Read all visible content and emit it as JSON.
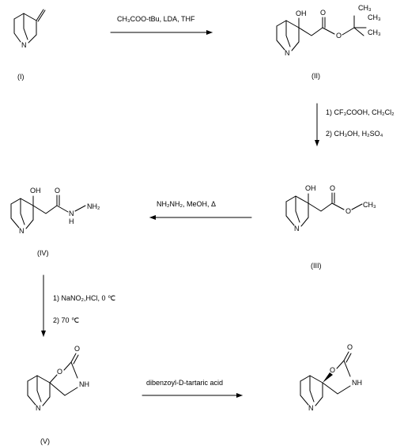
{
  "compounds": {
    "c1": "(I)",
    "c2": "(II)",
    "c3": "(III)",
    "c4": "(IV)",
    "c5": "(V)"
  },
  "steps": {
    "s1": "CH₃COO-tBu, LDA, THF",
    "s2a": "1) CF₃COOH, CH₂Cl₂",
    "s2b": "2) CH₃OH, H₂SO₄",
    "s3": "NH₂NH₂, MeOH, Δ",
    "s4a": "1) NaNO₂,HCl, 0 ℃",
    "s4b": "2) 70 ℃",
    "s5": "dibenzoyl-D-tartaric acid"
  },
  "atoms": {
    "N": "N",
    "O": "O",
    "OH": "OH",
    "NH": "NH",
    "H": "H",
    "NH2": "NH₂",
    "CH3": "CH₃"
  }
}
